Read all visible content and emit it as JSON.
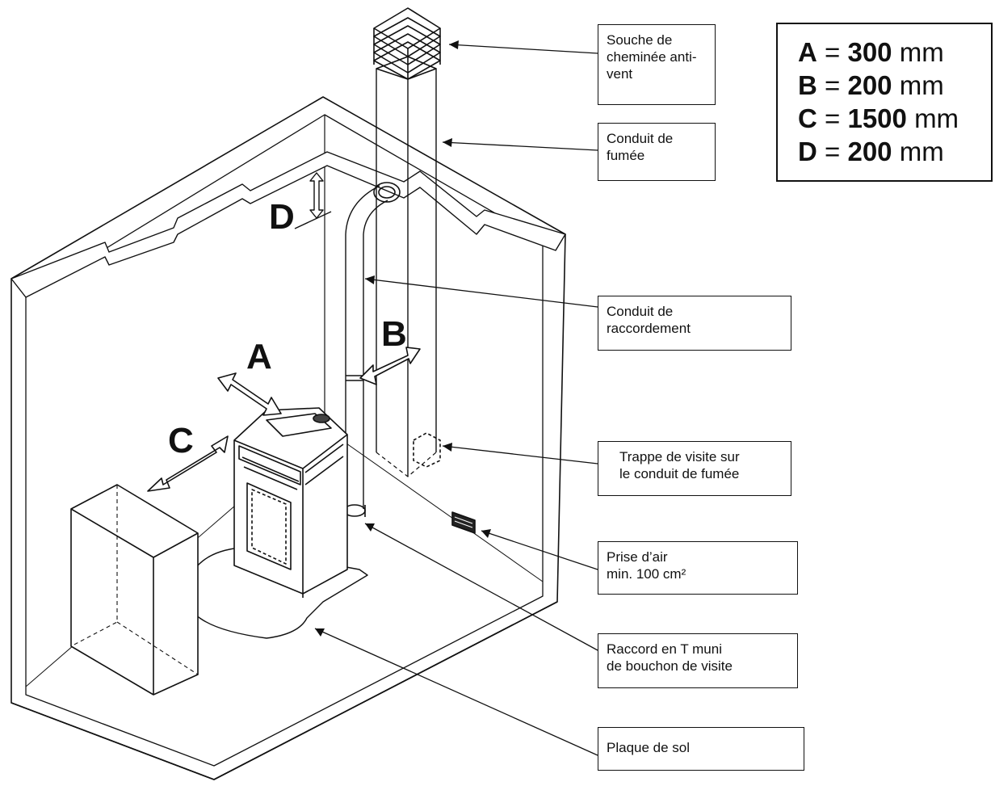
{
  "dimension_letters": {
    "a": "A",
    "b": "B",
    "c": "C",
    "d": "D"
  },
  "legend": [
    {
      "key": "A",
      "eq": "=",
      "value": "300",
      "unit": "mm"
    },
    {
      "key": "B",
      "eq": "=",
      "value": "200",
      "unit": "mm"
    },
    {
      "key": "C",
      "eq": "=",
      "value": "1500",
      "unit": "mm"
    },
    {
      "key": "D",
      "eq": "=",
      "value": "200",
      "unit": "mm"
    }
  ],
  "callouts": {
    "chimney_cap": [
      "Souche de",
      "cheminée anti-",
      "vent"
    ],
    "flue_duct": [
      "Conduit de",
      "fumée"
    ],
    "connection_pipe": [
      "Conduit de",
      "raccordement"
    ],
    "inspection_hatch": [
      "Trappe de visite sur",
      "le conduit de fumée"
    ],
    "air_intake": [
      "Prise d’air",
      "min. 100 cm²"
    ],
    "t_connector": [
      "Raccord en T muni",
      "de bouchon de visite"
    ],
    "floor_plate": [
      "Plaque de sol"
    ]
  }
}
